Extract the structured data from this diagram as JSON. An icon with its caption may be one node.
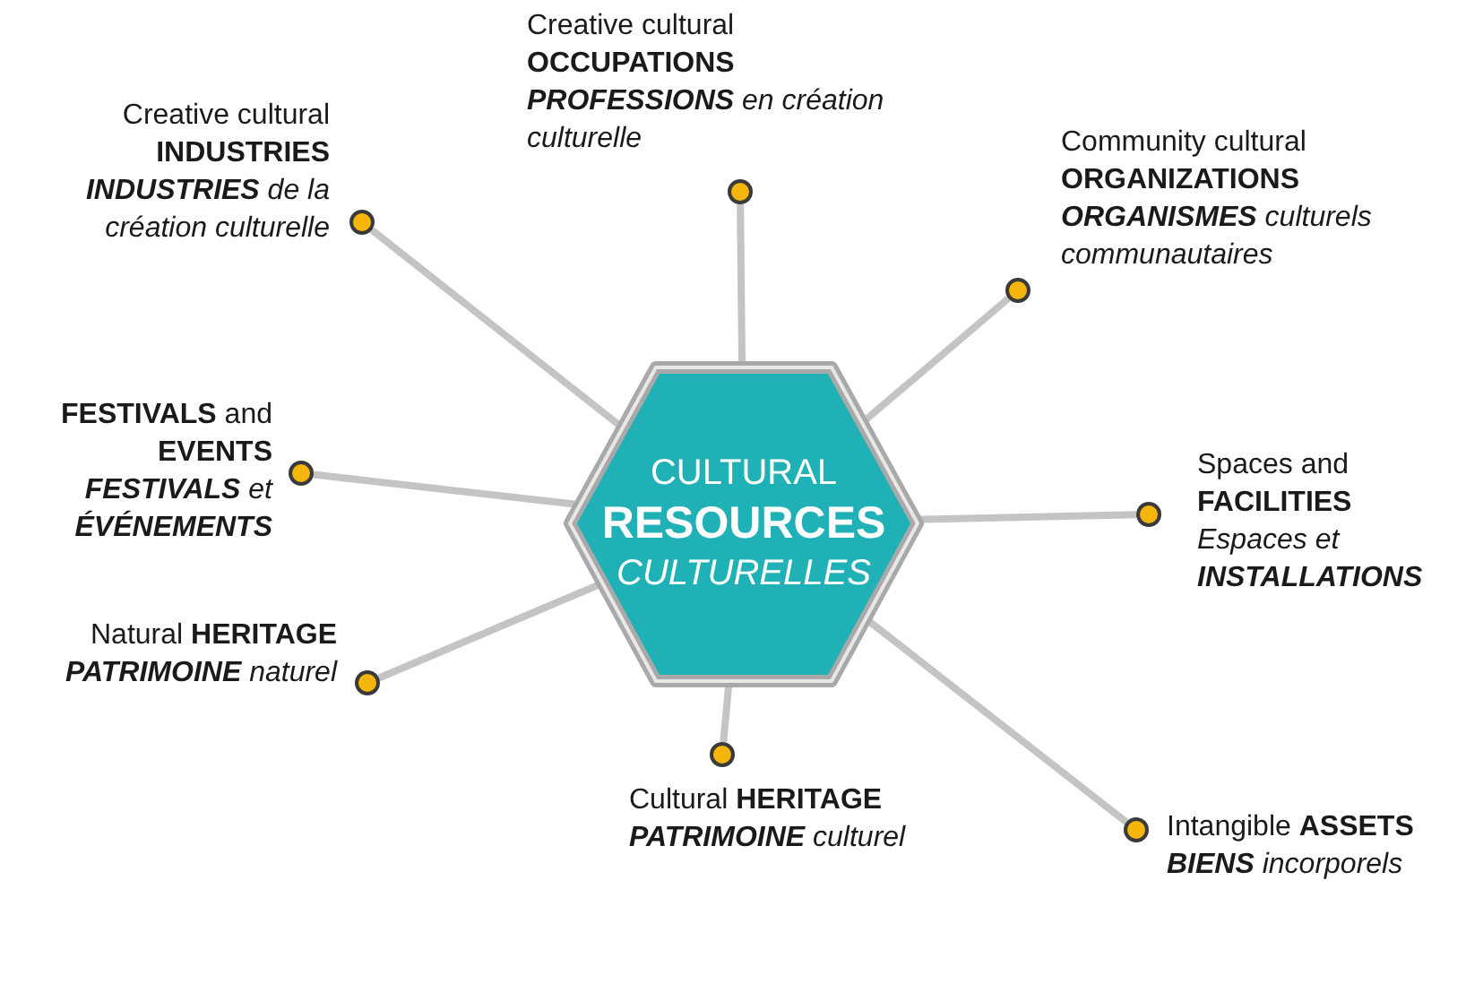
{
  "diagram": {
    "nodes": [
      {
        "text": [
          "CULTURAL",
          "RESOURCES",
          "CULTURELLES"
        ]
      },
      {
        "text": [
          "Creative cultural **OCCUPATIONS**",
          "**PROFESSIONS** en création culturelle"
        ]
      },
      {
        "text": [
          "Creative cultural **INDUSTRIES**",
          "**INDUSTRIES** de la création culturelle"
        ]
      },
      {
        "text": [
          "Community cultural **ORGANIZATIONS**",
          "**ORGANISMES** culturels communautaires"
        ]
      },
      {
        "text": [
          "**FESTIVALS** and **EVENTS**",
          "**FESTIVALS** et **ÉVÉNEMENTS**"
        ]
      },
      {
        "text": [
          "Spaces and **FACILITIES**",
          "Espaces et **INSTALLATIONS**"
        ]
      },
      {
        "text": [
          "Natural **HERITAGE**",
          "**PATRIMOINE** naturel"
        ]
      },
      {
        "text": [
          "Cultural **HERITAGE**",
          "**PATRIMOINE** culturel"
        ]
      },
      {
        "text": [
          "Intangible **ASSETS**",
          "**BIENS** incorporels"
        ]
      },
      {
        "text": [],
        "shape": "circle"
      },
      {
        "text": [],
        "shape": "circle"
      },
      {
        "text": [],
        "shape": "circle"
      },
      {
        "text": [],
        "shape": "circle"
      },
      {
        "text": [],
        "shape": "circle"
      },
      {
        "text": [],
        "shape": "circle"
      },
      {
        "text": [],
        "shape": "circle"
      },
      {
        "text": [],
        "shape": "circle"
      }
    ],
    "edges": [
      {
        "from": 9,
        "to": 0,
        "arrow": "none"
      },
      {
        "from": 10,
        "to": 0,
        "arrow": "none"
      },
      {
        "from": 11,
        "to": 0,
        "arrow": "none"
      },
      {
        "from": 12,
        "to": 0,
        "arrow": "none"
      },
      {
        "from": 13,
        "to": 0,
        "arrow": "none"
      },
      {
        "from": 14,
        "to": 0,
        "arrow": "none"
      },
      {
        "from": 15,
        "to": 0,
        "arrow": "none"
      },
      {
        "from": 16,
        "to": 0,
        "arrow": "none"
      }
    ]
  }
}
